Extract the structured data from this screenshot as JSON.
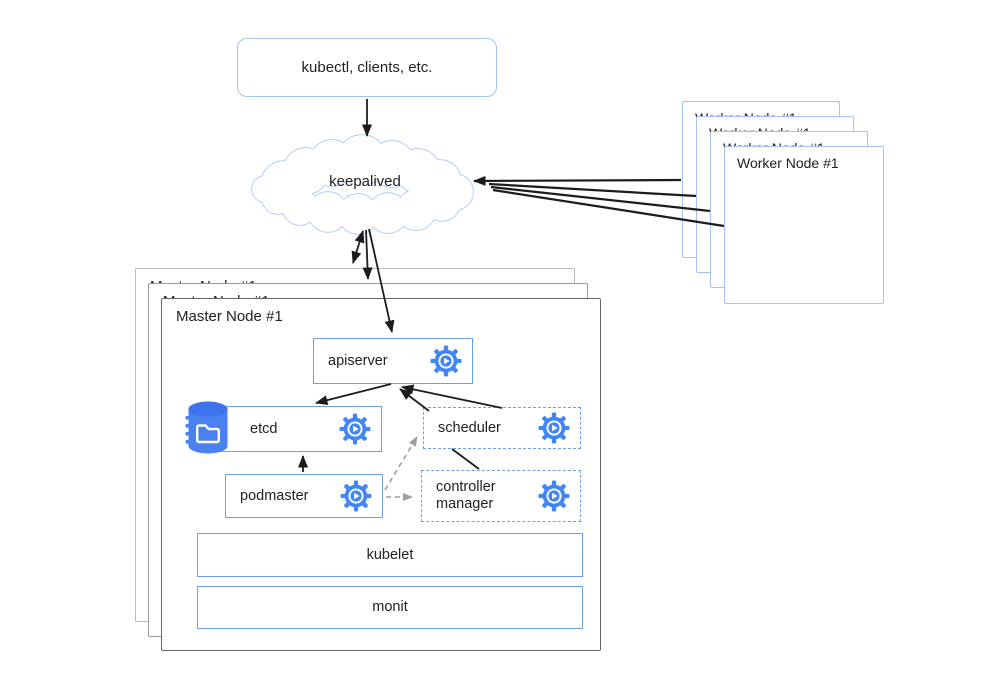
{
  "client_box": {
    "label": "kubectl, clients, etc."
  },
  "cloud": {
    "label": "keepalived"
  },
  "worker_stack": {
    "count": 4,
    "boxes": [
      {
        "label": "Worker Node #1"
      },
      {
        "label": "Worker Node #1"
      },
      {
        "label": "Worker Node #1"
      },
      {
        "label": "Worker Node #1"
      }
    ]
  },
  "master_stack": {
    "count": 3,
    "boxes": [
      {
        "label": "Master Node #1"
      },
      {
        "label": "Master Node #1"
      },
      {
        "label": "Master Node #1"
      }
    ]
  },
  "components": {
    "apiserver": {
      "label": "apiserver",
      "border": "solid",
      "icon": "gear-icon"
    },
    "etcd": {
      "label": "etcd",
      "border": "solid",
      "icons": [
        "database-folder-icon",
        "gear-icon"
      ]
    },
    "scheduler": {
      "label": "scheduler",
      "border": "dashed",
      "icon": "gear-icon"
    },
    "podmaster": {
      "label": "podmaster",
      "border": "solid",
      "icon": "gear-icon"
    },
    "controller_manager": {
      "label": "controller manager",
      "border": "dashed",
      "icon": "gear-icon"
    },
    "kubelet": {
      "label": "kubelet",
      "border": "solid"
    },
    "monit": {
      "label": "monit",
      "border": "solid"
    }
  },
  "edges": [
    {
      "from": "kubectl-clients",
      "to": "keepalived",
      "style": "black-arrow"
    },
    {
      "from": "keepalived",
      "to": "master-node-stack",
      "style": "black-arrows-bidirectional"
    },
    {
      "from": "keepalived",
      "to": "apiserver",
      "style": "black-arrow"
    },
    {
      "from": "worker-nodes",
      "to": "keepalived",
      "style": "black-arrow-converging-4-lines"
    },
    {
      "from": "apiserver",
      "to": "etcd",
      "style": "black-arrow"
    },
    {
      "from": "scheduler",
      "to": "apiserver",
      "style": "black-arrow"
    },
    {
      "from": "controller-manager",
      "to": "apiserver",
      "style": "black-arrow"
    },
    {
      "from": "podmaster",
      "to": "etcd",
      "style": "black-arrow"
    },
    {
      "from": "podmaster",
      "to": "scheduler",
      "style": "gray-dashed-arrow"
    },
    {
      "from": "podmaster",
      "to": "controller-manager",
      "style": "gray-dashed-arrow"
    }
  ],
  "colors": {
    "light_blue_border": "#a4c2f4",
    "component_border_blue": "#6d9eeb",
    "icon_blue": "#4285f4",
    "arrow_black": "#1c1c1c",
    "arrow_gray": "#9e9e9e",
    "master_border_front": "#666666",
    "master_border_mid": "#9a9a9a",
    "master_border_back": "#b9b9b9",
    "text": "#212121"
  }
}
